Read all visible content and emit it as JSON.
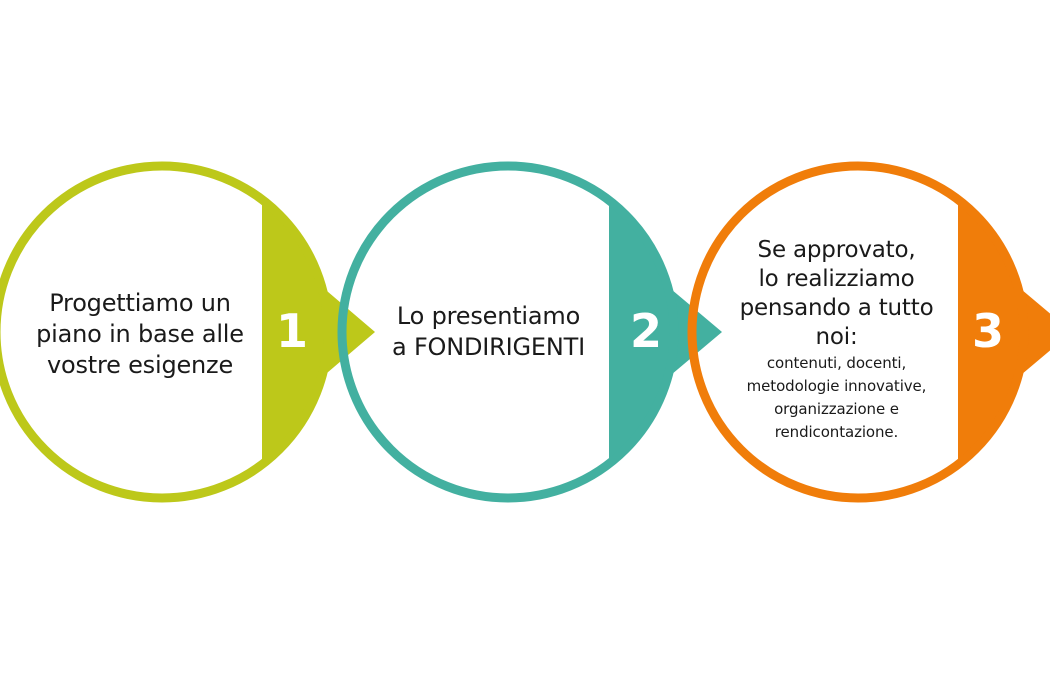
{
  "steps": [
    {
      "number": "1",
      "text_lines": [
        "Progettiamo un",
        "piano in base alle",
        "vostre esigenze"
      ],
      "color": "#BDC81A"
    },
    {
      "number": "2",
      "text_lines": [
        "Lo presentiamo",
        "a FONDIRIGENTI"
      ],
      "color": "#43B0A0"
    },
    {
      "number": "3",
      "text_lines": [
        "Se approvato,",
        "lo realizziamo",
        "pensando a tutto",
        "noi:"
      ],
      "detail_lines": [
        "contenuti, docenti,",
        "metodologie innovative,",
        "organizzazione e",
        "rendicontazione."
      ],
      "color": "#F07D0A"
    }
  ]
}
